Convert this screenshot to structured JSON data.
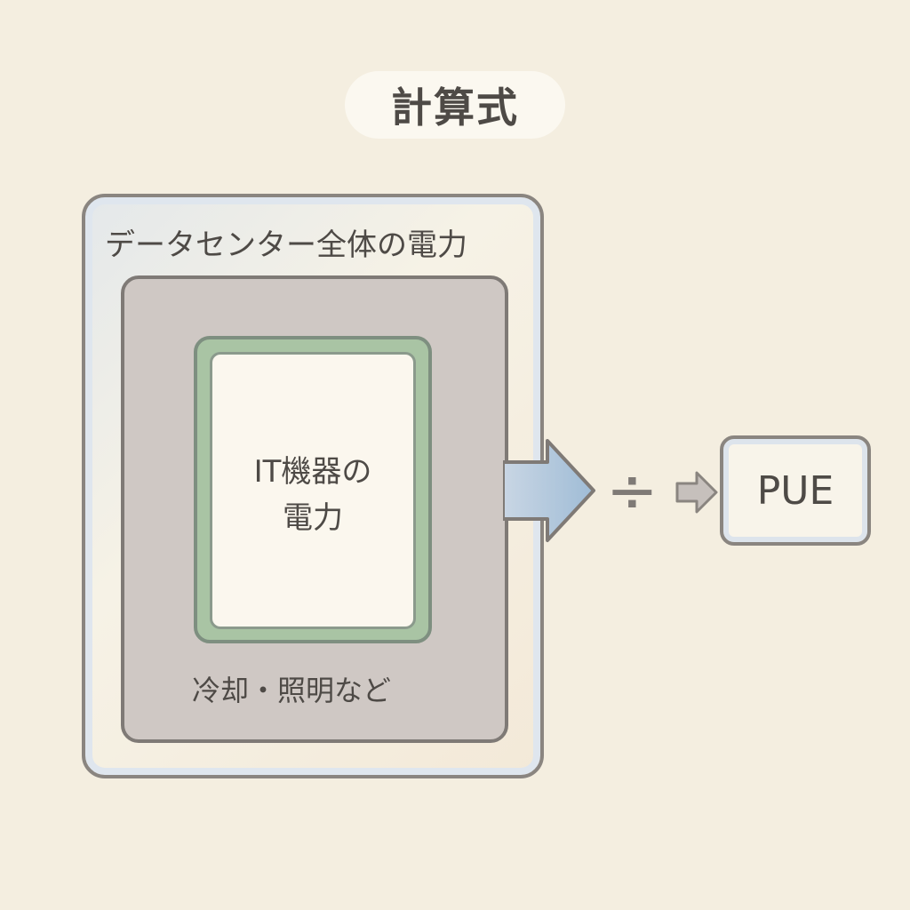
{
  "title": "計算式",
  "outer_label": "データセンター全体の電力",
  "inner_label_line1": "IT機器の",
  "inner_label_line2": "電力",
  "middle_label": "冷却・照明など",
  "operator": "÷",
  "result": "PUE"
}
